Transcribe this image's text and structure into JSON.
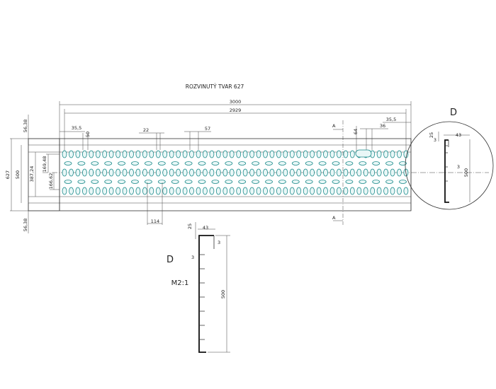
{
  "drawing": {
    "title": "ROZVINUTÝ TVAR 627",
    "dims": {
      "total_length": "3000",
      "inner_length": "2929",
      "edge_offset_left": "35,5",
      "edge_offset_right": "35,5",
      "hole_width": "50",
      "hole_spacing": "22",
      "hole_pitch": "57",
      "slot_length": "64",
      "slot_gap": "36",
      "flange_top": "56,38",
      "flange_bottom": "56,38",
      "full_width": "627",
      "web_width": "500",
      "rows_outer": "387,24",
      "rows_mid": "169,48",
      "rows_inner": "166,62",
      "bottom_pitch": "114"
    },
    "section_marks": [
      "A",
      "A"
    ],
    "detail": {
      "label": "D",
      "scale": "M2:1",
      "dim_lip": "25",
      "dim_flange": "43",
      "dim_thickness": "3",
      "dim_step": "3",
      "dim_height": "500"
    },
    "circle_detail": {
      "label": "D",
      "dim_lip": "25",
      "dim_flange": "43",
      "dim_thickness": "3",
      "dim_step": "3",
      "dim_height": "500"
    }
  }
}
